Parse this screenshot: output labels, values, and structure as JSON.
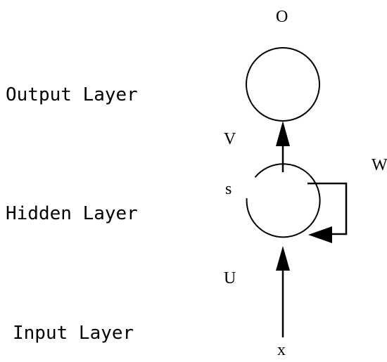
{
  "layers": {
    "output": "Output Layer",
    "hidden": "Hidden Layer",
    "input": "Input Layer"
  },
  "nodes": {
    "output": "O",
    "hidden": "s",
    "input": "x"
  },
  "weights": {
    "input_to_hidden": "U",
    "hidden_to_output": "V",
    "recurrent": "W"
  }
}
